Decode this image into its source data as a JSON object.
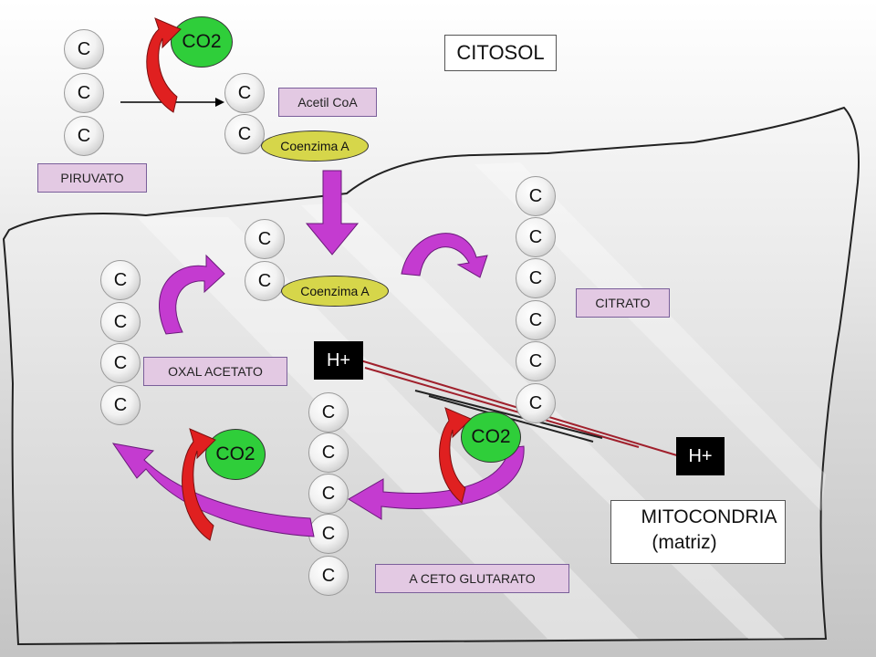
{
  "carbon_symbol": "C",
  "labels": {
    "citosol": "CITOSOL",
    "piruvato": "PIRUVATO",
    "acetil_coa": "Acetil CoA",
    "citrato": "CITRATO",
    "oxal_acetato": "OXAL ACETATO",
    "a_ceto_glutarato": "A CETO GLUTARATO",
    "mitocondria": "MITOCONDRIA",
    "matriz": "(matriz)"
  },
  "co2": {
    "top": "CO2",
    "right": "CO2",
    "left": "CO2"
  },
  "coenzima": {
    "top": "Coenzima A",
    "middle": "Coenzima A"
  },
  "hplus": {
    "inner": "H+",
    "outer": "H+"
  },
  "colors": {
    "carbon": "#f2f2f2",
    "label_fill": "#e3c9e3",
    "co2_fill": "#2fce3a",
    "coenzima_fill": "#d6d64a",
    "arrow_red": "#e02020",
    "arrow_magenta": "#c43bd0",
    "hplus_fill": "#000000"
  },
  "icons": {
    "red_arrow": "curved-red-arrow-icon",
    "magenta_arrow": "curved-magenta-arrow-icon"
  }
}
